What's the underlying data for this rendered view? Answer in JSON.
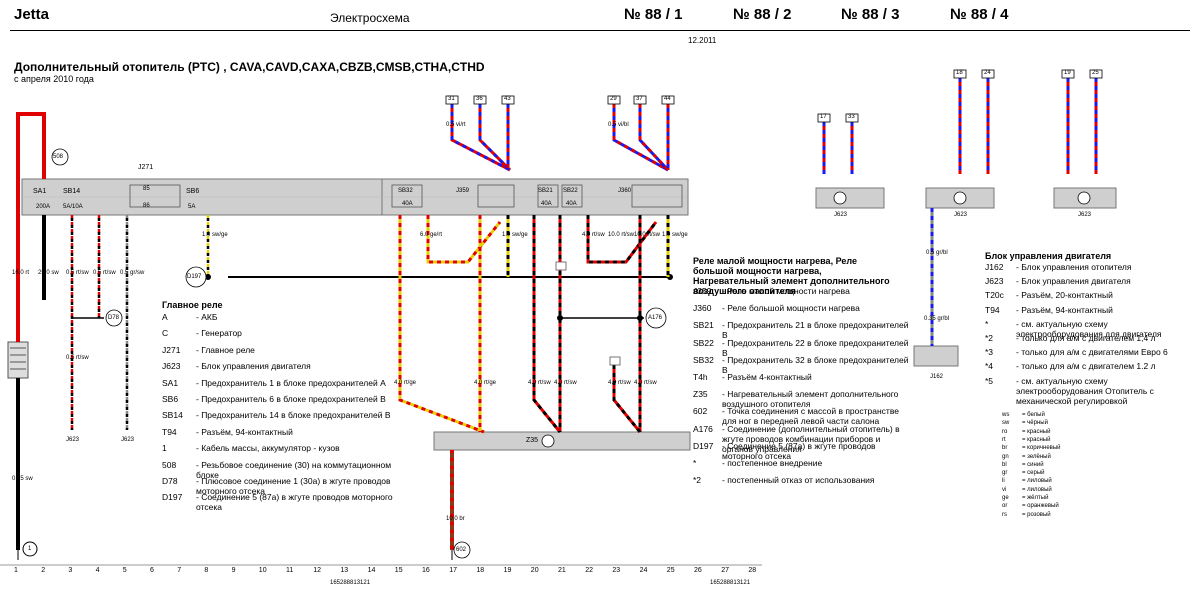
{
  "header": {
    "model": "Jetta",
    "section": "Электросхема",
    "pages": [
      "№ 88 / 1",
      "№ 88 / 2",
      "№ 88 / 3",
      "№ 88 / 4"
    ],
    "date": "12.2011"
  },
  "subtitle": {
    "title": "Дополнительный отопитель (PTC) , CAVA,CAVD,CAXA,CBZB,CMSB,CTHA,CTHD",
    "since": "с апреля 2010 года"
  },
  "legend_main": {
    "heading": "Главное реле",
    "items": [
      {
        "code": "A",
        "text": "АКБ"
      },
      {
        "code": "C",
        "text": "Генератор"
      },
      {
        "code": "J271",
        "text": "Главное реле"
      },
      {
        "code": "J623",
        "text": "Блок управления двигателя"
      },
      {
        "code": "SA1",
        "text": "Предохранитель 1 в блоке предохранителей А"
      },
      {
        "code": "SB6",
        "text": "Предохранитель 6 в блоке предохранителей В"
      },
      {
        "code": "SB14",
        "text": "Предохранитель 14 в блоке предохранителей В"
      },
      {
        "code": "T94",
        "text": "Разъём, 94-контактный"
      },
      {
        "code": "1",
        "text": "Кабель массы, аккумулятор - кузов"
      },
      {
        "code": "508",
        "text": "Резьбовое соединение (30) на коммутационном блоке"
      },
      {
        "code": "D78",
        "text": "Плюсовое соединение 1 (30а) в жгуте проводов моторного отсека"
      },
      {
        "code": "D197",
        "text": "Соединение 5 (87а) в жгуте проводов моторного отсека"
      }
    ]
  },
  "legend_relay": {
    "heading": "Реле малой мощности нагрева, Реле большой мощности нагрева, Нагревательный элемент дополнительного воздушного отопителя",
    "items": [
      {
        "code": "J359",
        "text": "Реле малой мощности нагрева"
      },
      {
        "code": "J360",
        "text": "Реле большой мощности нагрева"
      },
      {
        "code": "SB21",
        "text": "Предохранитель 21 в блоке предохранителей В"
      },
      {
        "code": "SB22",
        "text": "Предохранитель 22 в блоке предохранителей В"
      },
      {
        "code": "SB32",
        "text": "Предохранитель 32 в блоке предохранителей В"
      },
      {
        "code": "T4h",
        "text": "Разъём 4-контактный"
      },
      {
        "code": "Z35",
        "text": "Нагревательный элемент дополнительного воздушного отопителя"
      },
      {
        "code": "602",
        "text": "Точка соединения с массой в пространстве для ног в передней левой части салона"
      },
      {
        "code": "A176",
        "text": "Соединение (дополнительный отопитель) в жгуте проводов комбинации приборов и органов управления"
      },
      {
        "code": "D197",
        "text": "Соединение 5 (87а) в жгуте проводов моторного отсека"
      },
      {
        "code": "*",
        "text": "постепенное внедрение"
      },
      {
        "code": "*2",
        "text": "постепенный отказ от использования"
      }
    ]
  },
  "legend_ecu": {
    "heading": "Блок управления двигателя",
    "items": [
      {
        "code": "J162",
        "text": "Блок управления отопителя"
      },
      {
        "code": "J623",
        "text": "Блок управления двигателя"
      },
      {
        "code": "T20c",
        "text": "Разъём, 20-контактный"
      },
      {
        "code": "T94",
        "text": "Разъём, 94-контактный"
      },
      {
        "code": "*",
        "text": "см. актуальную схему электрооборудования для двигателя"
      },
      {
        "code": "*2",
        "text": "только для а/м с двигателем 1,4 л"
      },
      {
        "code": "*3",
        "text": "только для а/м с двигателями Евро 6"
      },
      {
        "code": "*4",
        "text": "только для а/м с двигателем 1.2 л"
      },
      {
        "code": "*5",
        "text": "см. актуальную схему электрооборудования Отопитель с механической регулировкой"
      }
    ]
  },
  "colors_legend": [
    {
      "code": "ws",
      "name": "белый"
    },
    {
      "code": "sw",
      "name": "чёрный"
    },
    {
      "code": "ro",
      "name": "красный"
    },
    {
      "code": "rt",
      "name": "красный"
    },
    {
      "code": "br",
      "name": "коричневый"
    },
    {
      "code": "gn",
      "name": "зелёный"
    },
    {
      "code": "bl",
      "name": "синий"
    },
    {
      "code": "gr",
      "name": "серый"
    },
    {
      "code": "li",
      "name": "лиловый"
    },
    {
      "code": "vi",
      "name": "лиловый"
    },
    {
      "code": "ge",
      "name": "жёлтый"
    },
    {
      "code": "or",
      "name": "оранжевый"
    },
    {
      "code": "rs",
      "name": "розовый"
    }
  ],
  "diagram": {
    "fuse_box": {
      "label": "J271",
      "sa1": "SA1",
      "sa1_amp": "200A",
      "sb14": "SB14",
      "sb14_amp": "5A/10A",
      "sb6": "SB6",
      "sb6_amp": "5A",
      "relay_pins": [
        "85",
        "86"
      ]
    },
    "relays": {
      "sb32": "SB32",
      "sb32_amp": "40A",
      "j359": "J359",
      "sb21": "SB21",
      "sb21_amp": "40A",
      "sb22": "SB22",
      "sb22_amp": "40A",
      "j360": "J360"
    },
    "connectors": {
      "c508": "508",
      "d197": "D197",
      "d78": "D78",
      "a176": "A176",
      "c602": "602",
      "c1": "1",
      "z35": "Z35",
      "j623": "J623",
      "j162": "J162"
    },
    "wire_labels": [
      {
        "text": "16.0 rt"
      },
      {
        "text": "25.0 sw"
      },
      {
        "text": "0.5 rt/sw"
      },
      {
        "text": "0.5 rt/sw"
      },
      {
        "text": "0.5 gr/sw"
      },
      {
        "text": "1.0 sw/ge"
      },
      {
        "text": "0.5 rt/sw"
      },
      {
        "text": "0.35 sw"
      },
      {
        "text": "4.0 rt/ge"
      },
      {
        "text": "6.0 ge/rt"
      },
      {
        "text": "4.0 rt/ge"
      },
      {
        "text": "1.0 sw/ge"
      },
      {
        "text": "4.0 rt/sw"
      },
      {
        "text": "10.0 rt/sw"
      },
      {
        "text": "4.0 rt/sw"
      },
      {
        "text": "4.0 rt/sw"
      },
      {
        "text": "10.0 rt/sw"
      },
      {
        "text": "1.0 sw/ge"
      },
      {
        "text": "4.0 rt/sw"
      },
      {
        "text": "4.0 rt/sw"
      },
      {
        "text": "10.0 br"
      },
      {
        "text": "0.5 vi/rt"
      },
      {
        "text": "0.5 vi/bl"
      },
      {
        "text": "0.5 gr/bl"
      },
      {
        "text": "0.35 gr/bl"
      }
    ],
    "top_refs": [
      "31",
      "36",
      "43",
      "29",
      "37",
      "44",
      "17",
      "33",
      "18",
      "24",
      "19",
      "25"
    ],
    "col_numbers": [
      "1",
      "2",
      "3",
      "4",
      "5",
      "6",
      "7",
      "8",
      "9",
      "10",
      "11",
      "12",
      "13",
      "14",
      "15",
      "16",
      "17",
      "18",
      "19",
      "20",
      "21",
      "22",
      "23",
      "24",
      "25",
      "26",
      "27",
      "28"
    ],
    "footer_codes": [
      "165288813121",
      "165288813121"
    ]
  }
}
